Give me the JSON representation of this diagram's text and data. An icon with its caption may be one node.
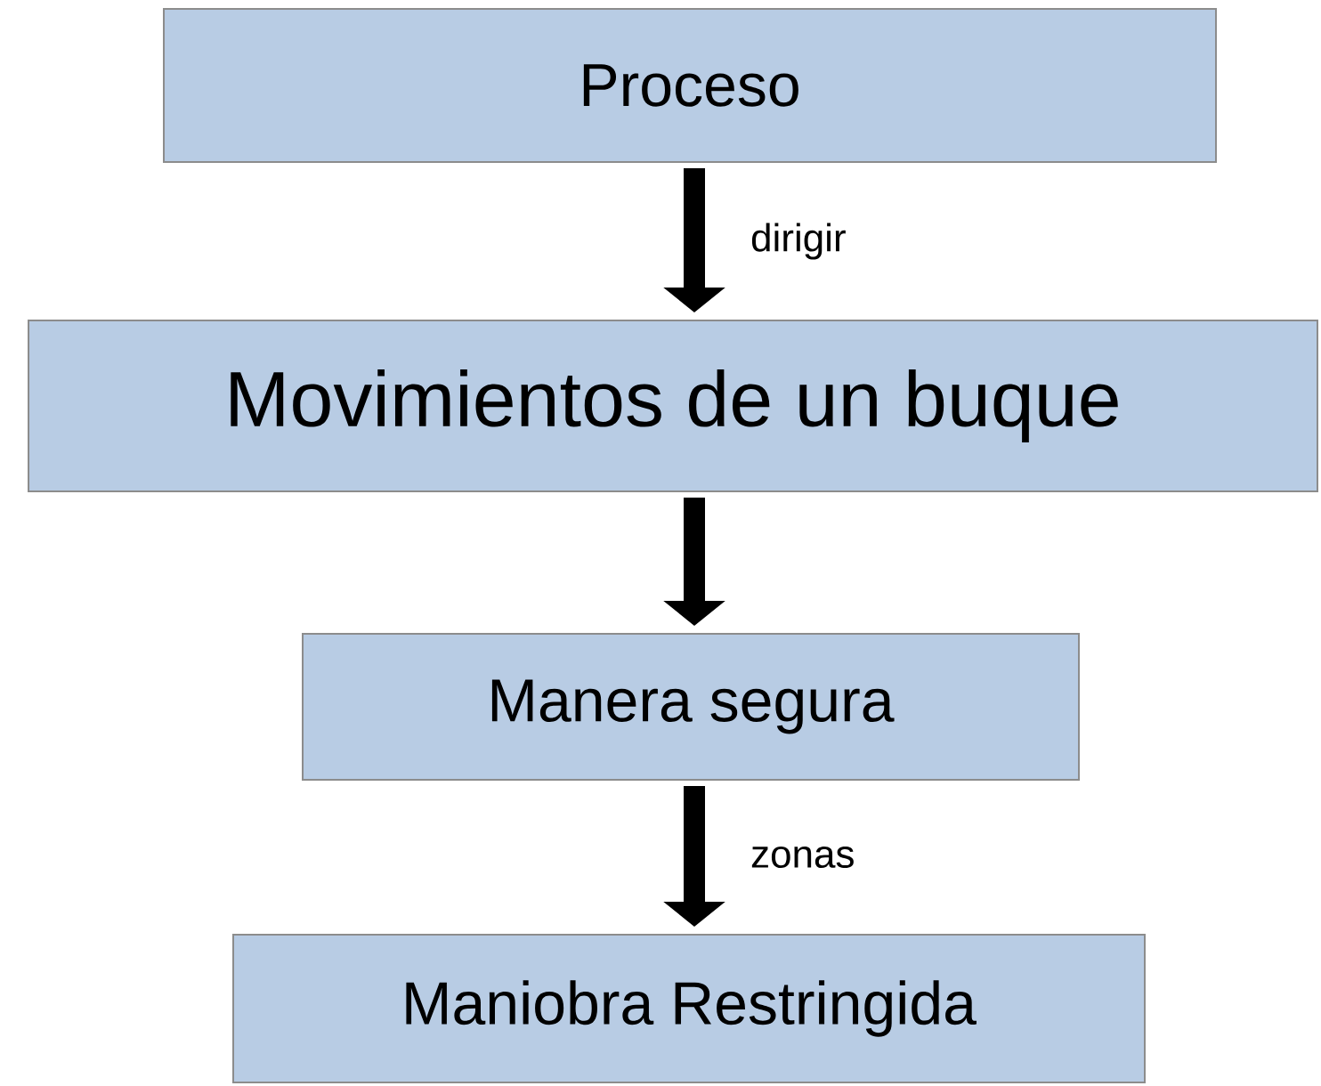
{
  "diagram": {
    "nodes": [
      {
        "text": [
          "Proceso"
        ]
      },
      {
        "text": [
          "Movimientos de un buque"
        ]
      },
      {
        "text": [
          "Manera segura"
        ]
      },
      {
        "text": [
          "Maniobra Restringida"
        ]
      }
    ],
    "edges": [
      {
        "from": 0,
        "to": 1,
        "arrow": "to",
        "label": "dirigir"
      },
      {
        "from": 1,
        "to": 2,
        "arrow": "to"
      },
      {
        "from": 2,
        "to": 3,
        "arrow": "to",
        "label": "zonas"
      }
    ]
  }
}
